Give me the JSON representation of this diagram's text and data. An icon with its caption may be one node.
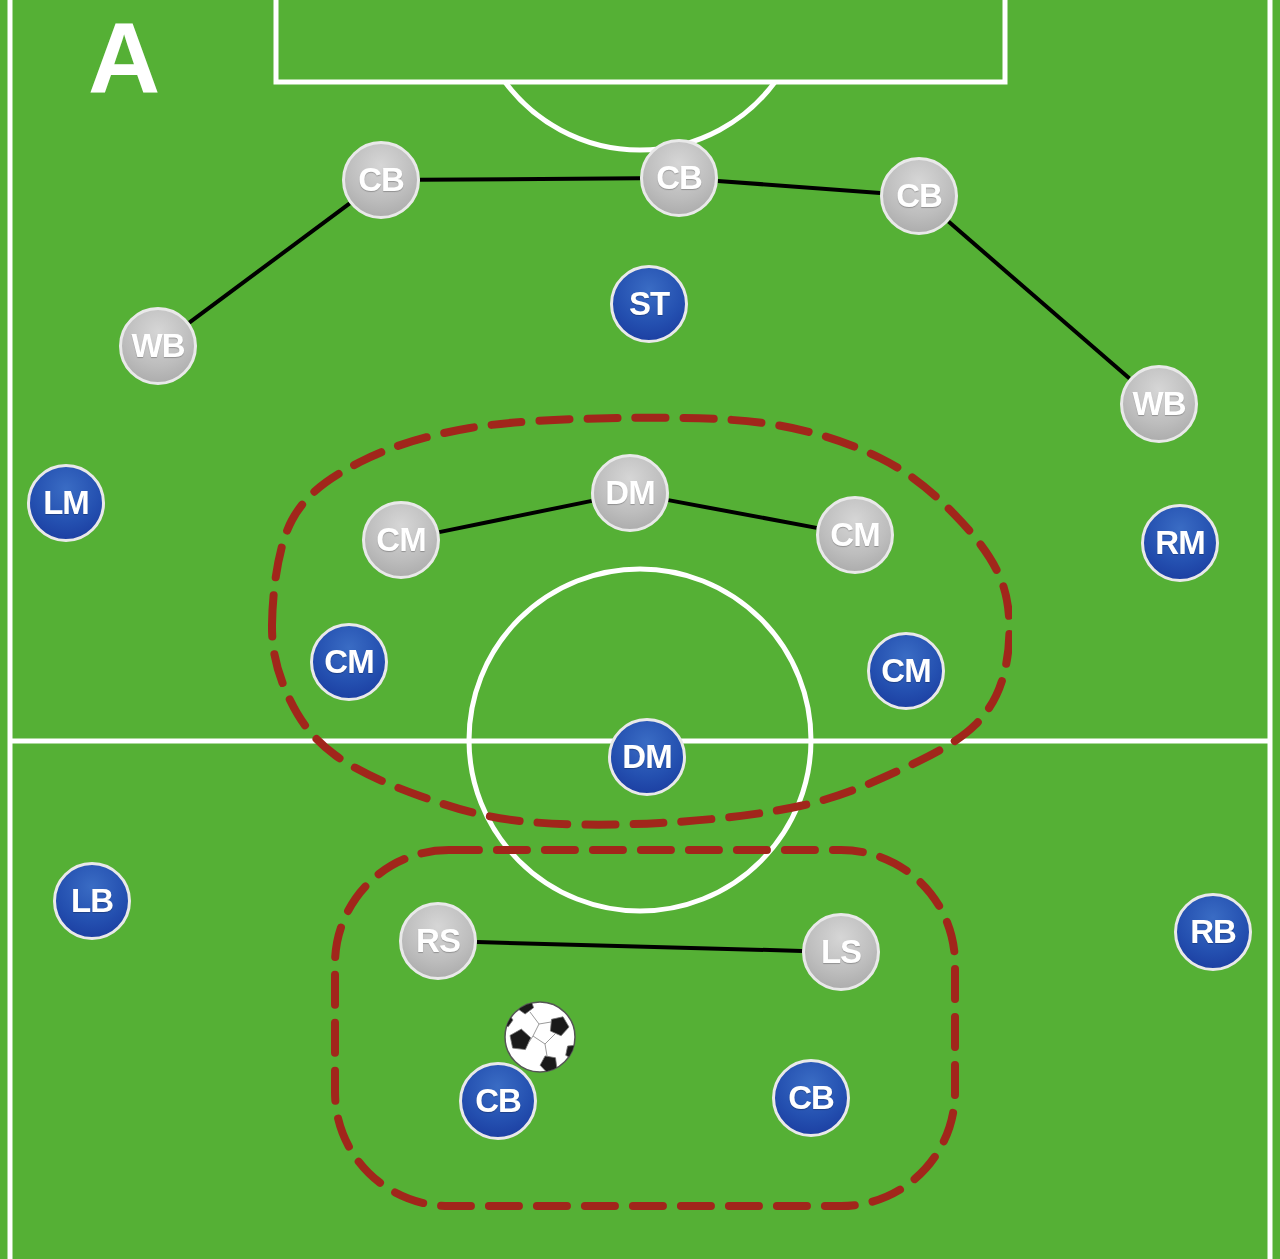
{
  "diagram": {
    "nodes": [
      {
        "text": [
          "CB"
        ]
      },
      {
        "text": [
          "CB"
        ]
      },
      {
        "text": [
          "CB"
        ]
      },
      {
        "text": [
          "ST"
        ]
      },
      {
        "text": [
          "WB"
        ]
      },
      {
        "text": [
          "WB"
        ]
      },
      {
        "text": [
          "LM"
        ]
      },
      {
        "text": [],
        "shape": "oval"
      },
      {
        "text": [
          "CM"
        ],
        "in": 7
      },
      {
        "text": [
          "DM"
        ],
        "in": 7
      },
      {
        "text": [
          "CM"
        ],
        "in": 7
      },
      {
        "text": [
          "RM"
        ]
      },
      {
        "text": [
          "CM"
        ],
        "in": 7
      },
      {
        "text": [
          "CM"
        ],
        "in": 7
      },
      {
        "text": [
          "DM"
        ],
        "in": 7
      },
      {
        "text": [
          "LB"
        ]
      },
      {
        "text": [
          "RB"
        ]
      },
      {
        "text": [],
        "shape": "box"
      },
      {
        "text": [
          "RS"
        ],
        "in": 17
      },
      {
        "text": [
          "LS"
        ],
        "in": 17
      },
      {
        "text": [
          "CB"
        ],
        "in": 17
      },
      {
        "text": [
          "CB"
        ],
        "in": 17
      }
    ],
    "edges": [
      {
        "from": 4,
        "to": 0,
        "arrow": "none"
      },
      {
        "from": 0,
        "to": 1,
        "arrow": "none"
      },
      {
        "from": 1,
        "to": 2,
        "arrow": "none"
      },
      {
        "from": 2,
        "to": 5,
        "arrow": "none"
      },
      {
        "from": 8,
        "to": 9,
        "arrow": "none"
      },
      {
        "from": 9,
        "to": 10,
        "arrow": "none"
      },
      {
        "from": 18,
        "to": 19,
        "arrow": "none"
      }
    ],
    "labels": [
      "A"
    ]
  }
}
